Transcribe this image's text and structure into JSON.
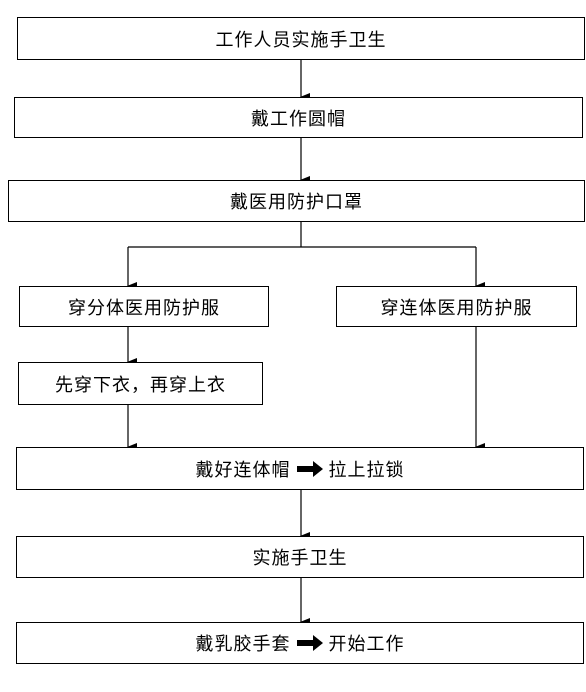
{
  "flow": {
    "step1": "工作人员实施手卫生",
    "step2": "戴工作圆帽",
    "step3": "戴医用防护口罩",
    "branch_left": "穿分体医用防护服",
    "branch_left_sub": "先穿下衣，再穿上衣",
    "branch_right": "穿连体医用防护服",
    "step4_a": "戴好连体帽",
    "step4_b": "拉上拉锁",
    "step5": "实施手卫生",
    "step6_a": "戴乳胶手套",
    "step6_b": "开始工作"
  }
}
